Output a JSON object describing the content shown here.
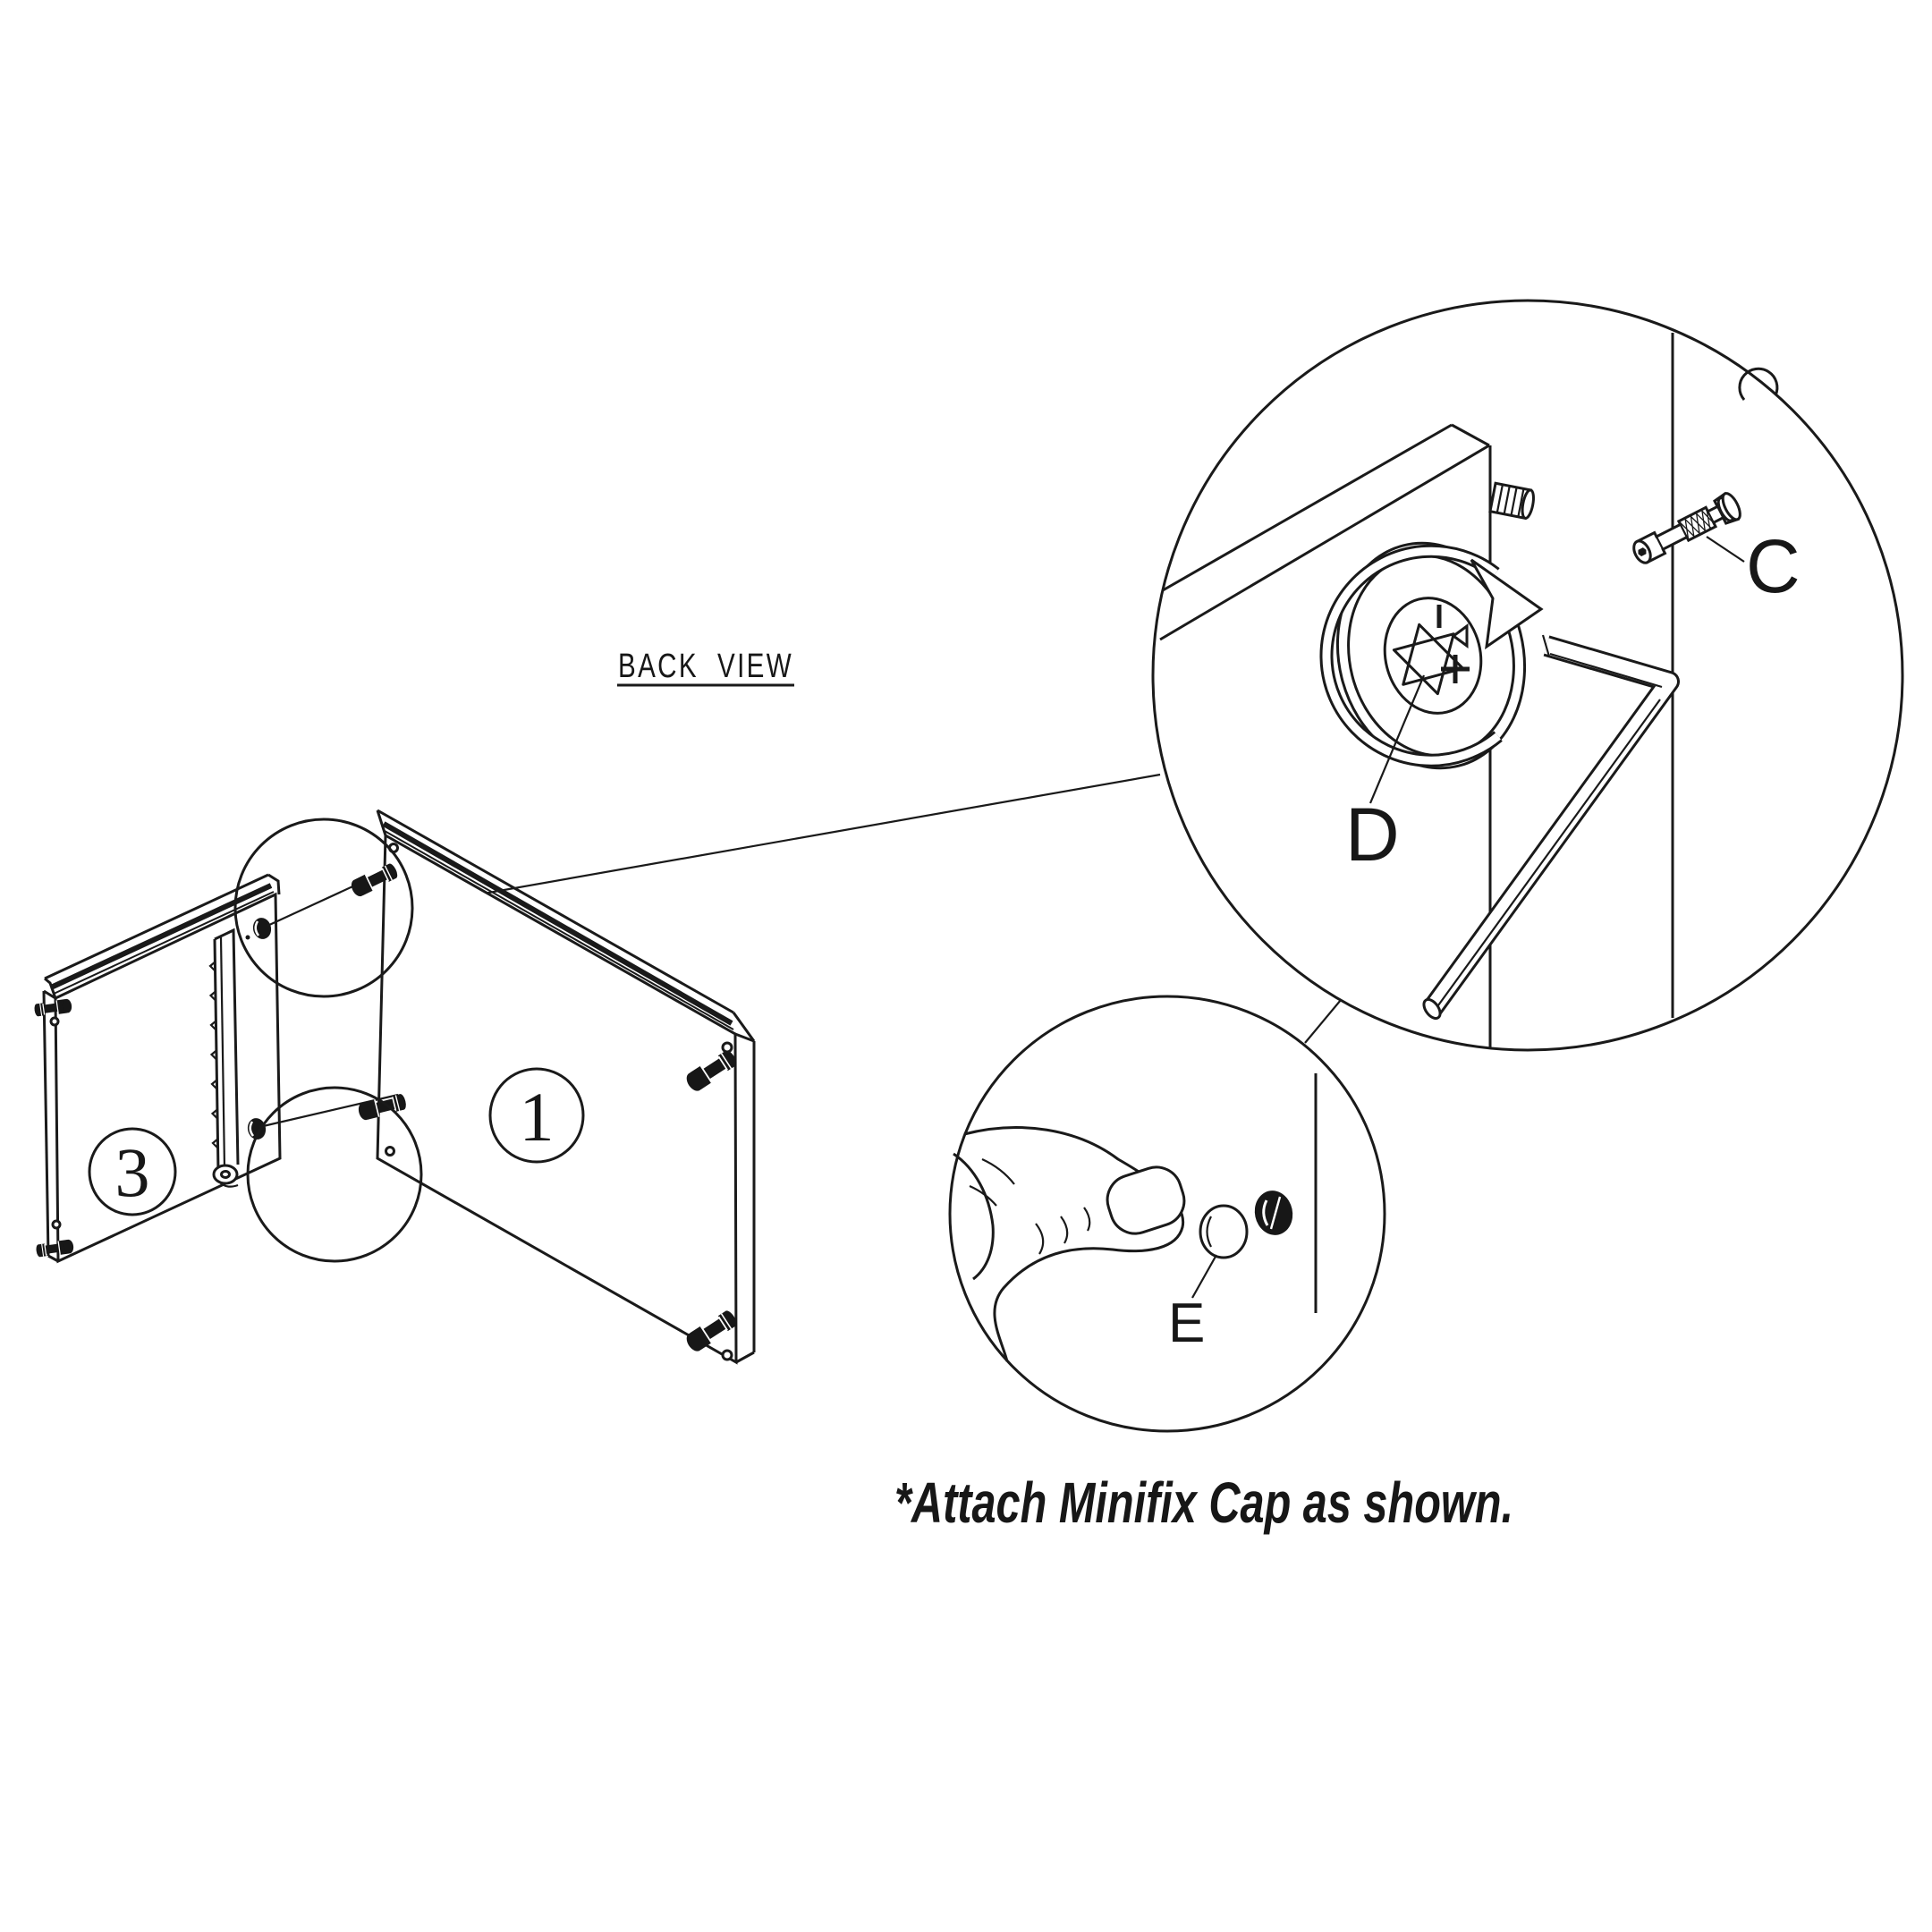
{
  "drawing": {
    "view_label": "BACK  VIEW",
    "caption": "*Attach Minifix Cap as shown.",
    "part_labels": {
      "back_panel": "1",
      "side_panel": "3"
    },
    "hardware_labels": {
      "minifix_bolt": "C",
      "cam_lock": "D",
      "minifix_cap": "E"
    },
    "colors": {
      "line": "#1a1a1a",
      "background": "#ffffff"
    },
    "icons": {
      "rotation_arrow": "clockwise-arc-arrow",
      "hex_key": "allen-wrench",
      "thumb": "pressing-thumb",
      "drawer_slide": "drawer-slide-rail"
    }
  }
}
